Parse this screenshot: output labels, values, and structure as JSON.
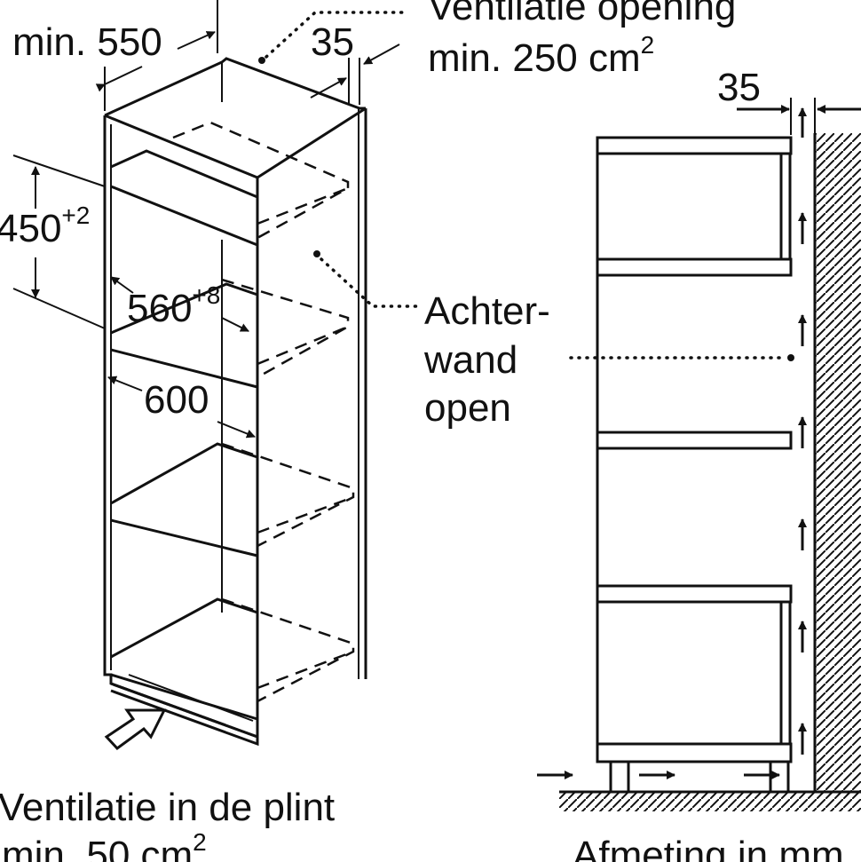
{
  "figure": {
    "title": "Inbouwmaten hoge kast",
    "labels": {
      "depth_min": "min. 550",
      "gap_top": "35",
      "ventilation_top_line1": "Ventilatie opening",
      "ventilation_top_line2": "min. 250 cm",
      "ventilation_top_sup": "2",
      "niche_height": "450",
      "niche_height_tol": "+2",
      "niche_width": "560",
      "niche_width_tol": "+8",
      "cabinet_width": "600",
      "back_open_line1": "Achter-",
      "back_open_line2": "wand",
      "back_open_line3": "open",
      "gap_side": "35",
      "plinth_line1": "Ventilatie in de plint",
      "plinth_line2": "min. 50 cm",
      "plinth_sup": "2",
      "units": "Afmeting in mm"
    }
  },
  "colors": {
    "ink": "#111111",
    "paper": "#ffffff"
  }
}
